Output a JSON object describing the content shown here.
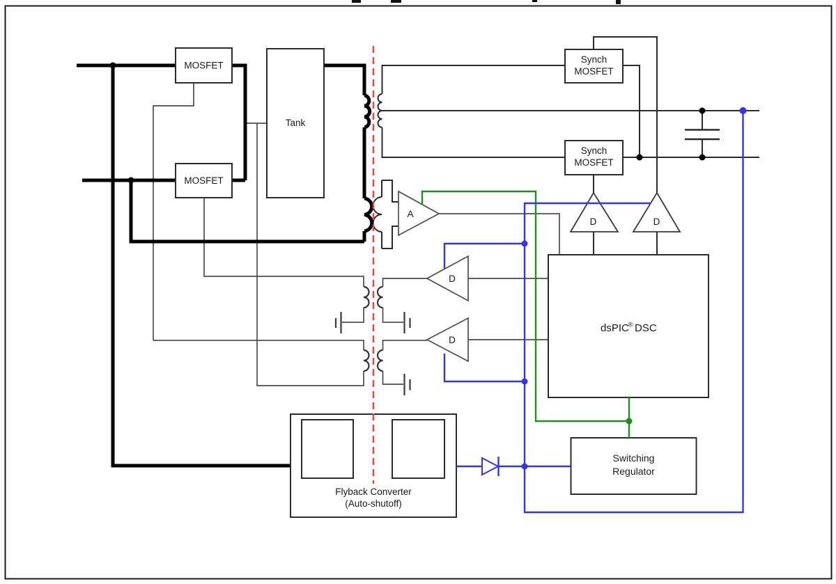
{
  "diagram": {
    "type": "power-converter-block-diagram",
    "top_edge_cropped_text": true,
    "labels": {
      "mosfet_top": "MOSFET",
      "mosfet_bottom": "MOSFET",
      "tank": "Tank",
      "synch_top_line1": "Synch",
      "synch_top_line2": "MOSFET",
      "synch_bottom_line1": "Synch",
      "synch_bottom_line2": "MOSFET",
      "amp_a": "A",
      "driver_d": "D",
      "dspic_prefix": "dsPIC",
      "dspic_reg": "®",
      "dspic_suffix": "DSC",
      "swreg_line1": "Switching",
      "swreg_line2": "Regulator",
      "flyback_line1": "Flyback Converter",
      "flyback_line2": "(Auto-shutoff)"
    },
    "colors": {
      "power_wire": "#000000",
      "signal_wire": "#2b2b2b",
      "control_wire": "#4d4d4d",
      "isolation_boundary": "#f04638",
      "aux_supply_wire": "#3434f2",
      "feedback_wire": "#1e8f1e",
      "background": "#ffffff",
      "border": "#1a1a1a"
    }
  }
}
